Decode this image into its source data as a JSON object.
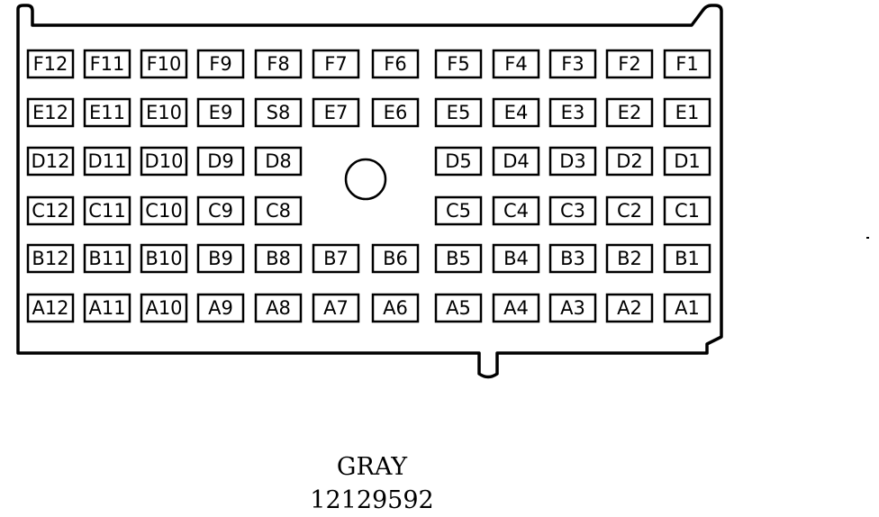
{
  "connector": {
    "rows": [
      [
        "F12",
        "F11",
        "F10",
        "F9",
        "F8",
        "F7",
        "F6",
        "F5",
        "F4",
        "F3",
        "F2",
        "F1"
      ],
      [
        "E12",
        "E11",
        "E10",
        "E9",
        "S8",
        "E7",
        "E6",
        "E5",
        "E4",
        "E3",
        "E2",
        "E1"
      ],
      [
        "D12",
        "D11",
        "D10",
        "D9",
        "D8",
        "",
        "",
        "D5",
        "D4",
        "D3",
        "D2",
        "D1"
      ],
      [
        "C12",
        "C11",
        "C10",
        "C9",
        "C8",
        "",
        "",
        "C5",
        "C4",
        "C3",
        "C2",
        "C1"
      ],
      [
        "B12",
        "B11",
        "B10",
        "B9",
        "B8",
        "B7",
        "B6",
        "B5",
        "B4",
        "B3",
        "B2",
        "B1"
      ],
      [
        "A12",
        "A11",
        "A10",
        "A9",
        "A8",
        "A7",
        "A6",
        "A5",
        "A4",
        "A3",
        "A2",
        "A1"
      ]
    ]
  },
  "caption": {
    "color": "GRAY",
    "part_number": "12129592"
  },
  "colors": {
    "line": "#000000",
    "background": "#ffffff"
  }
}
